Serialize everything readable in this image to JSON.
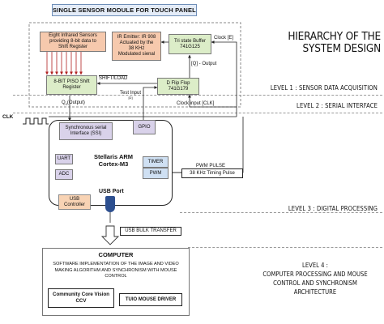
{
  "title": "SINGLE SENSOR MODULE FOR TOUCH PANEL",
  "hierarchy_title_line1": "HIERARCHY OF THE",
  "hierarchy_title_line2": "SYSTEM DESIGN",
  "levels": {
    "l1": "LEVEL 1 : SENSOR DATA ACQUISITION",
    "l2": "LEVEL 2 : SERIAL INTERFACE",
    "l3": "LEVEL 3 : DIGITAL PROCESSING",
    "l4_1": "LEVEL 4 :",
    "l4_2": "COMPUTER PROCESSING AND MOUSE",
    "l4_3": "CONTROL AND SYNCHRONISM",
    "l4_4": "ARCHITECTURE"
  },
  "blocks": {
    "ir_sensors": [
      "Eight Infrared Sensors",
      "providing 8-bit data to",
      "Shift Register"
    ],
    "ir_emitter": [
      "IR Emitter: IR 908",
      "Actuated by the",
      "38 KHz",
      "Modulated sienal"
    ],
    "tristate": [
      "Tri state Buffer",
      "741G125"
    ],
    "piso": [
      "8-BIT PISO Shift",
      "Register"
    ],
    "dff": [
      "D Flip Flop",
      "741G179"
    ],
    "ssi": [
      "Synchronous serial",
      "Interface (SSI)"
    ],
    "gpio": "GPIO",
    "stellaris": [
      "Stellaris ARM",
      "Cortex-M3"
    ],
    "uart": "UART",
    "adc": "ADC",
    "timer": "TIMER",
    "pwm": "PWM",
    "usb_port": "USB Port",
    "usb_controller": [
      "USB",
      "Controller"
    ],
    "timing_pulse": "38 KHz Timing Pulse",
    "usb_bulk": "USB BULK TRANSFER",
    "computer_title": "COMPUTER",
    "computer_desc": [
      "SOFTWARE IMPLEMENTATION OF THE IMAGE AND VIDEO",
      "MAKING ALGORITHM AND SYNCHRONISM WITH MOUSE",
      "CONTROL"
    ],
    "ccv": [
      "Community Core Vision",
      "CCV"
    ],
    "tuio": "TUIO MOUSE DRIVER"
  },
  "labels": {
    "clock_e": "Clock [E]",
    "q_output": "[Q] - Output",
    "shift_load": "SHIFT/LOAD",
    "test_input": "Test Input",
    "test_input_sub": "[D]",
    "q0_output": "Q",
    "q0_sub": "0",
    "q0_rest": "(Output)",
    "clock_input": "Clock input [CLK]",
    "clk": "CLK",
    "pwm_pulse": "PWM PULSE"
  },
  "colors": {
    "ir_boxes": "#f6c9ad",
    "green_boxes": "#dcedc8",
    "blue_boxes": "#cfe0f3",
    "purple_boxes": "#d9d2ea",
    "orange_boxes": "#f8d3b4",
    "usb_port": "#2d4f8f",
    "title_bg": "#e4ecf8"
  }
}
